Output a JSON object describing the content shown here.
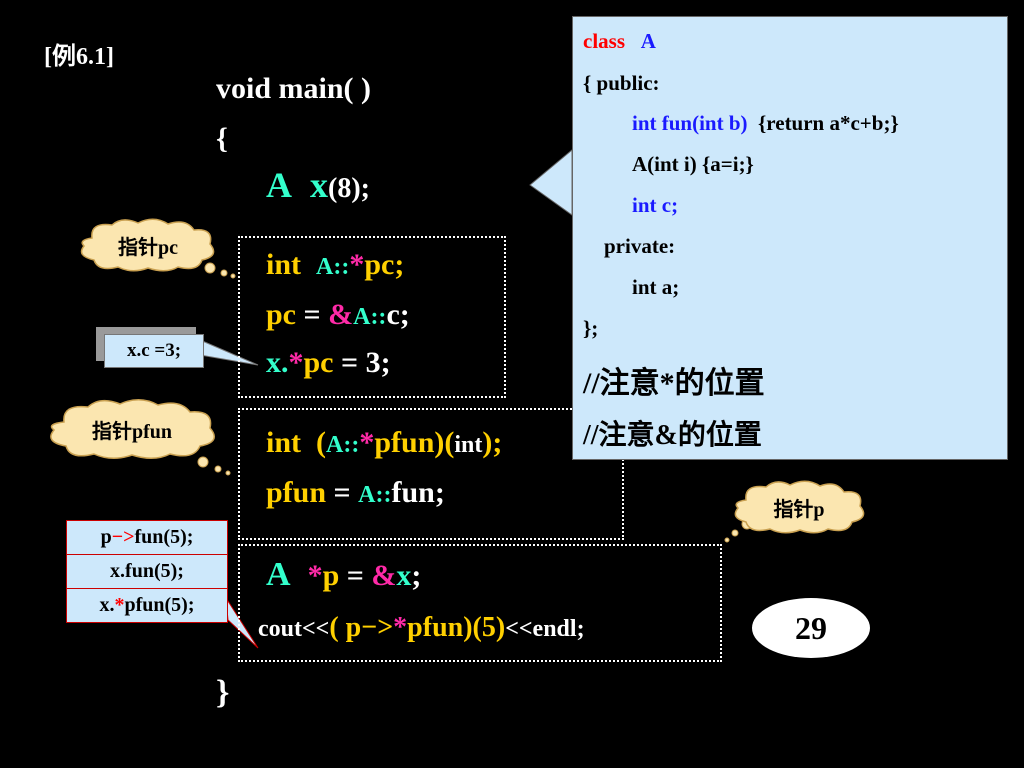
{
  "example_label": "[例6.1]",
  "main": {
    "signature": "void  main( )",
    "open_brace": "{",
    "close_brace": "}",
    "decl_A": "A",
    "decl_x": "x",
    "decl_args": "(8);"
  },
  "block_pc": {
    "line1": {
      "int": "int",
      "scope": "A::",
      "star": "*",
      "name": "pc;"
    },
    "line2": {
      "pc": "pc",
      "eq": " = ",
      "amp": "&",
      "scope": "A::",
      "member": "c;"
    },
    "line3": {
      "x": "x.",
      "star": "*",
      "pc": "pc",
      "rest": " = 3;"
    }
  },
  "block_pfun": {
    "line1": {
      "int": "int",
      "lp": "(",
      "scope": "A::",
      "star": "*",
      "name": "pfun)(",
      "param": "int",
      "rp": ");"
    },
    "line2": {
      "pfun": "pfun",
      "eq": " = ",
      "scope": "A::",
      "member": "fun;"
    }
  },
  "block_p": {
    "line1": {
      "A": "A",
      "star": "*",
      "p": "p",
      "eq": " = ",
      "amp": "&",
      "x": "x",
      "semi": ";"
    },
    "line2": {
      "cout": "cout<<",
      "lp": "( ",
      "p": "p",
      "arrow": "−>",
      "star": "*",
      "pfun": "pfun",
      "rp": ")",
      "arg": "(5)",
      "rest": "<<endl;"
    }
  },
  "class_box": {
    "l1_kw": "class",
    "l1_name": "A",
    "l2": "{ public:",
    "l3_a": "int  fun(int b)",
    "l3_b": "{return a*c+b;}",
    "l4": "A(int i) {a=i;}",
    "l5": "int  c;",
    "l6": "private:",
    "l7": "int  a;",
    "l8": "};",
    "note1": "//注意*的位置",
    "note2": "//注意&的位置"
  },
  "callouts": {
    "pc": "指针pc",
    "pfun": "指针pfun",
    "p": "指针p"
  },
  "tag_xc": "x.c =3;",
  "side_box": {
    "r1_p": "p",
    "r1_arrow": "−>",
    "r1_rest": "fun(5);",
    "r2": "x.fun(5);",
    "r3_x": "x.",
    "r3_star": "*",
    "r3_rest": "pfun(5);"
  },
  "answer": "29",
  "colors": {
    "background": "#000000",
    "box_fill": "#cde8fb",
    "yellow": "#ffd000",
    "cyan": "#33ffcc",
    "magenta": "#ff2aa8",
    "red": "#ff0000",
    "blue": "#1a1aff"
  }
}
